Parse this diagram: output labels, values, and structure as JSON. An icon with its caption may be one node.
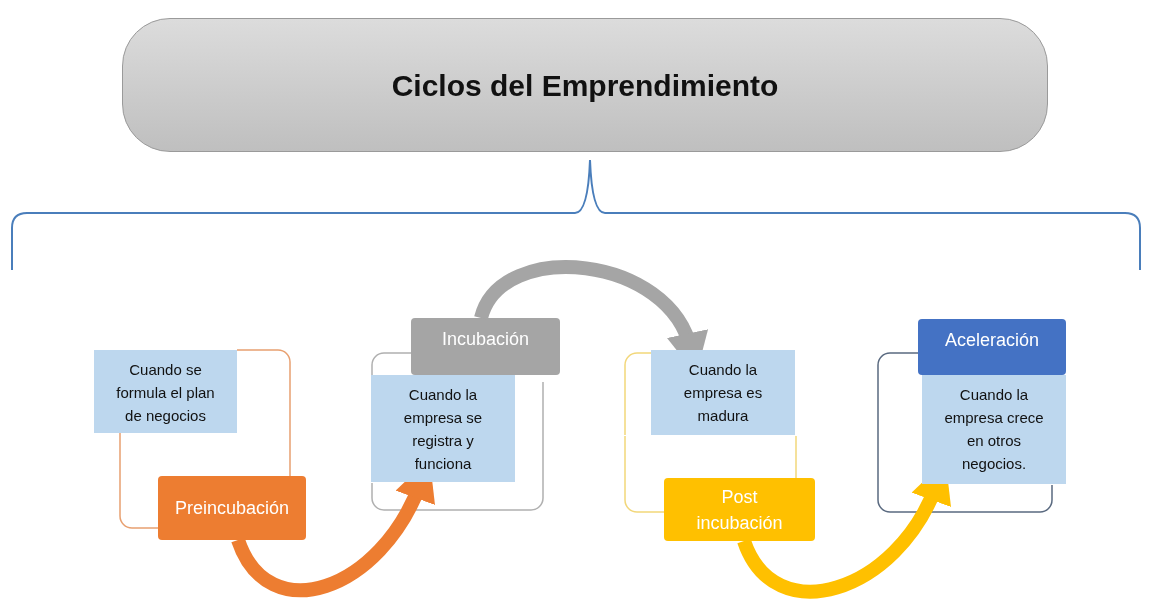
{
  "diagram": {
    "nodes": [
      {
        "text": [
          "Ciclos del Emprendimiento"
        ]
      },
      {
        "text": [
          "Cuando se formula el plan de negocios"
        ]
      },
      {
        "text": [
          "Preincubación"
        ]
      },
      {
        "text": [
          "Incubación"
        ]
      },
      {
        "text": [
          "Cuando la empresa se registra y funciona"
        ]
      },
      {
        "text": [
          "Cuando la empresa es madura"
        ]
      },
      {
        "text": [
          "Post incubación"
        ]
      },
      {
        "text": [
          "Aceleración"
        ]
      },
      {
        "text": [
          "Cuando la empresa crece en otros negocios."
        ]
      }
    ],
    "edges": [
      {
        "from": 2,
        "to": 4,
        "arrow": "to",
        "color": "#ed7d31"
      },
      {
        "from": 3,
        "to": 5,
        "arrow": "to",
        "color": "#a5a5a5"
      },
      {
        "from": 6,
        "to": 8,
        "arrow": "to",
        "color": "#ffc000"
      }
    ]
  }
}
